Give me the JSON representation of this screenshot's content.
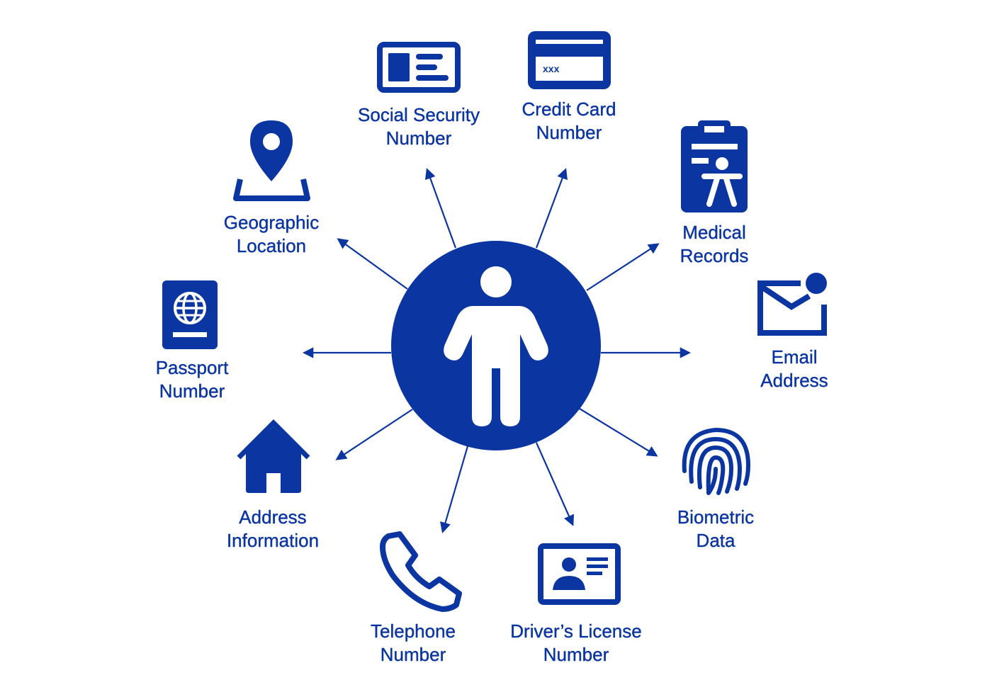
{
  "colors": {
    "primary": "#0b35a0",
    "background": "#ffffff"
  },
  "center": {
    "icon": "person-icon"
  },
  "nodes": [
    {
      "id": "ssn",
      "icon": "id-card-icon",
      "line1": "Social Security",
      "line2": "Number"
    },
    {
      "id": "credit-card",
      "icon": "credit-card-icon",
      "line1": "Credit Card",
      "line2": "Number"
    },
    {
      "id": "medical",
      "icon": "medical-clipboard-icon",
      "line1": "Medical",
      "line2": "Records"
    },
    {
      "id": "email",
      "icon": "envelope-notification-icon",
      "line1": "Email",
      "line2": "Address"
    },
    {
      "id": "biometric",
      "icon": "fingerprint-icon",
      "line1": "Biometric",
      "line2": "Data"
    },
    {
      "id": "drivers-license",
      "icon": "license-card-icon",
      "line1": "Driver’s License",
      "line2": "Number"
    },
    {
      "id": "telephone",
      "icon": "phone-icon",
      "line1": "Telephone",
      "line2": "Number"
    },
    {
      "id": "address",
      "icon": "house-icon",
      "line1": "Address",
      "line2": "Information"
    },
    {
      "id": "passport",
      "icon": "passport-icon",
      "line1": "Passport",
      "line2": "Number"
    },
    {
      "id": "geo",
      "icon": "map-pin-icon",
      "line1": "Geographic",
      "line2": "Location"
    }
  ]
}
